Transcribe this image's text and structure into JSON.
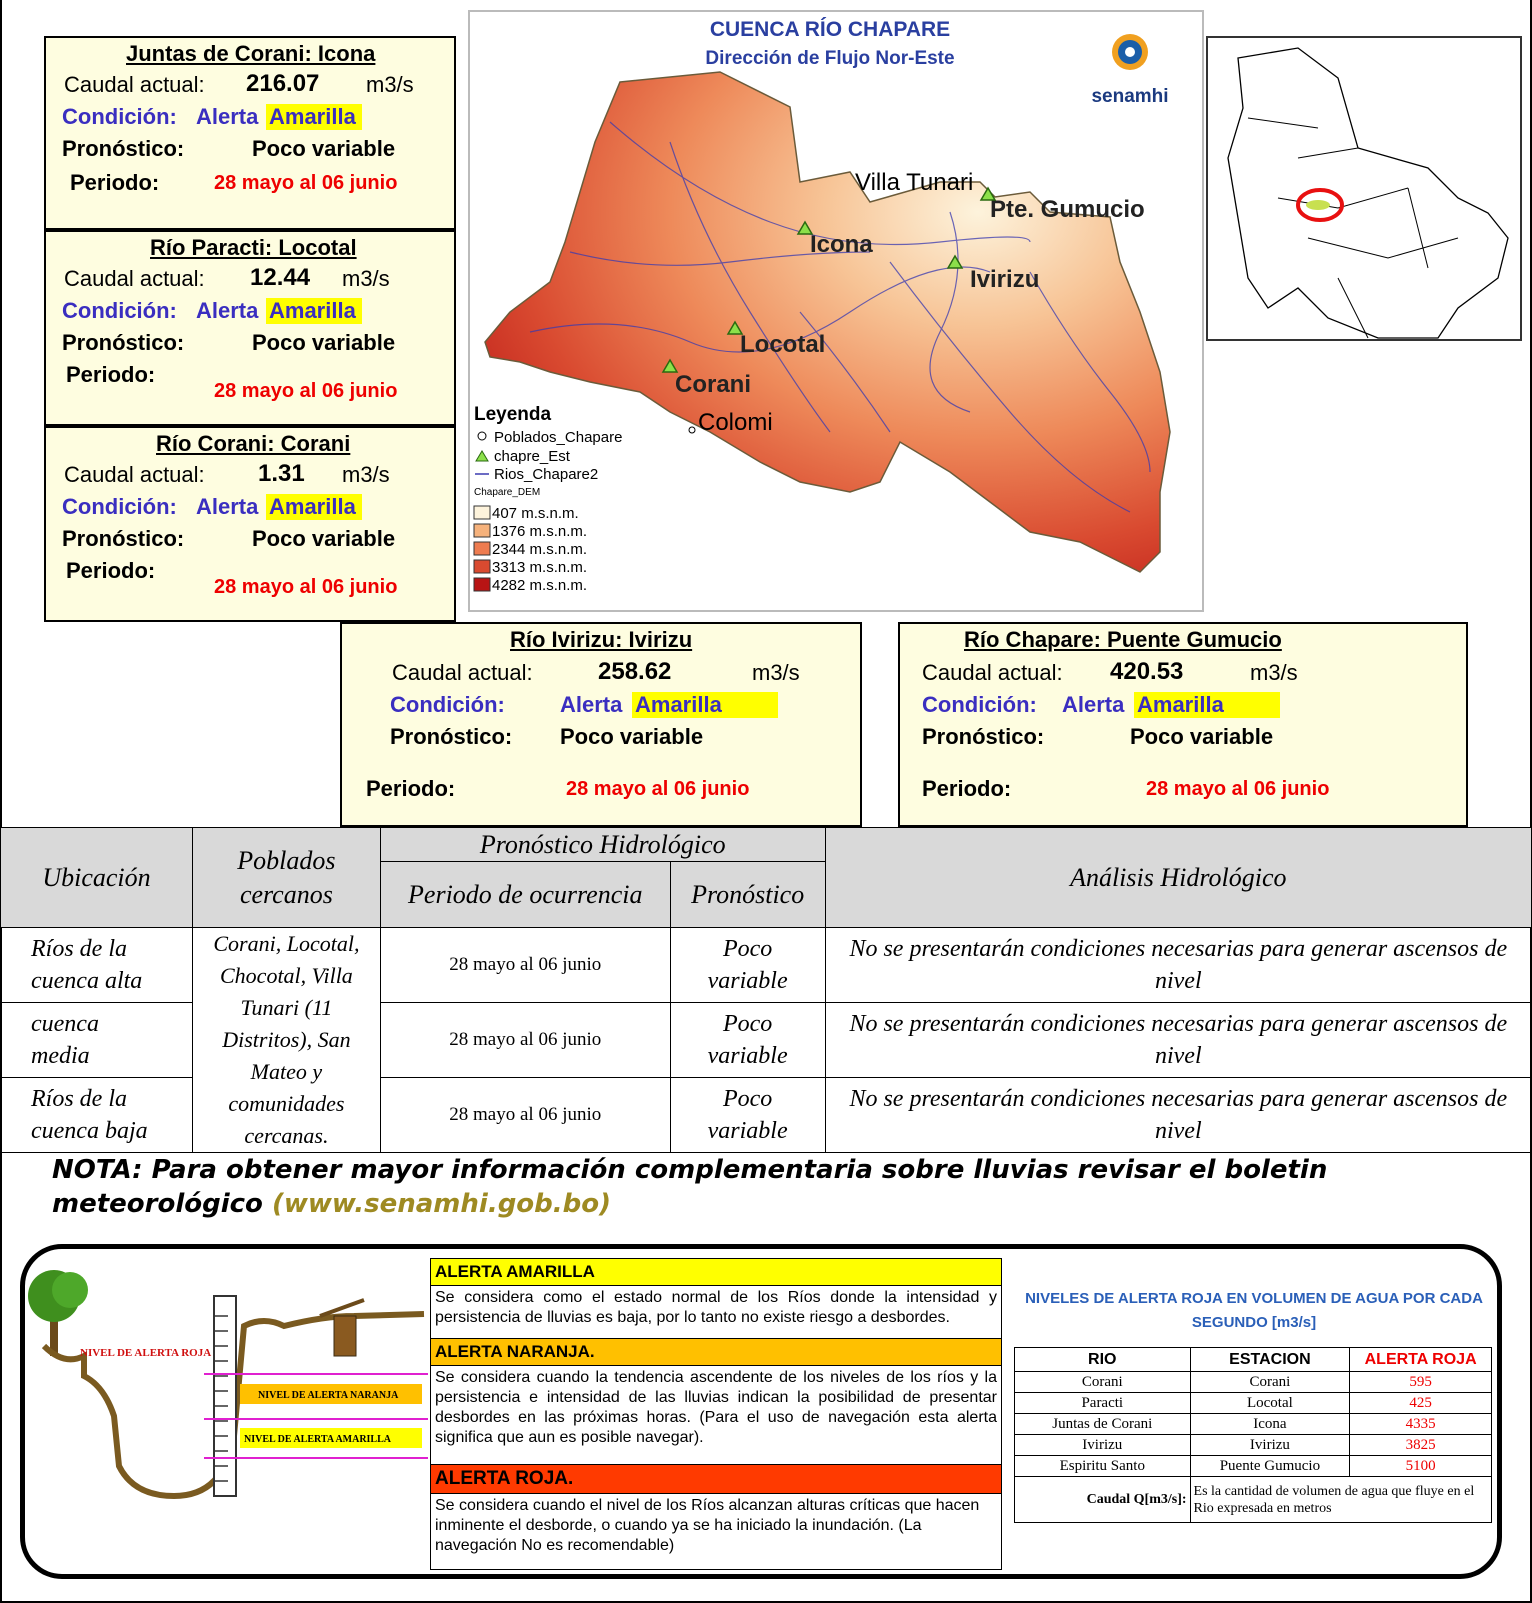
{
  "stations": [
    {
      "title": "Juntas de Corani: Icona",
      "caudal_label": "Caudal actual:",
      "caudal_value": "216.07",
      "unit": "m3/s",
      "cond_label": "Condición:",
      "cond_word": "Alerta",
      "cond_level": "Amarilla",
      "pron_label": "Pronóstico:",
      "pron_value": "Poco variable",
      "periodo_label": "Periodo:",
      "periodo_value": "28 mayo al 06 junio"
    },
    {
      "title": "Río Paracti: Locotal",
      "caudal_label": "Caudal actual:",
      "caudal_value": "12.44",
      "unit": "m3/s",
      "cond_label": "Condición:",
      "cond_word": "Alerta",
      "cond_level": "Amarilla",
      "pron_label": "Pronóstico:",
      "pron_value": "Poco variable",
      "periodo_label": "Periodo:",
      "periodo_value": "28 mayo al 06 junio"
    },
    {
      "title": "Río Corani: Corani",
      "caudal_label": "Caudal actual:",
      "caudal_value": "1.31",
      "unit": "m3/s",
      "cond_label": "Condición:",
      "cond_word": "Alerta",
      "cond_level": "Amarilla",
      "pron_label": "Pronóstico:",
      "pron_value": "Poco variable",
      "periodo_label": "Periodo:",
      "periodo_value": "28 mayo al 06 junio"
    },
    {
      "title": "Río Ivirizu: Ivirizu",
      "caudal_label": "Caudal actual:",
      "caudal_value": "258.62",
      "unit": "m3/s",
      "cond_label": "Condición:",
      "cond_word": "Alerta",
      "cond_level": "Amarilla",
      "pron_label": "Pronóstico:",
      "pron_value": "Poco variable",
      "periodo_label": "Periodo:",
      "periodo_value": "28 mayo al 06 junio"
    },
    {
      "title": "Río Chapare: Puente Gumucio",
      "caudal_label": "Caudal actual:",
      "caudal_value": "420.53",
      "unit": "m3/s",
      "cond_label": "Condición:",
      "cond_word": "Alerta",
      "cond_level": "Amarilla",
      "pron_label": "Pronóstico:",
      "pron_value": "Poco variable",
      "periodo_label": "Periodo:",
      "periodo_value": "28 mayo al 06 junio"
    }
  ],
  "map": {
    "title": "CUENCA RÍO CHAPARE",
    "subtitle": "Dirección de Flujo Nor-Este",
    "logo_text": "senamhi",
    "places": [
      "Villa Tunari",
      "Pte. Gumucio",
      "Icona",
      "Ivirizu",
      "Locotal",
      "Corani",
      "Colomi"
    ],
    "legend_title": "Leyenda",
    "legend_items": [
      "Poblados_Chapare",
      "chapre_Est",
      "Rios_Chapare2"
    ],
    "dem_label": "Chapare_DEM",
    "dem_levels": [
      "407 m.s.n.m.",
      "1376 m.s.n.m.",
      "2344 m.s.n.m.",
      "3313 m.s.n.m.",
      "4282 m.s.n.m."
    ],
    "dem_colors": [
      "#fdf3dc",
      "#f6b27c",
      "#ee7c50",
      "#d94a30",
      "#b81414"
    ]
  },
  "table": {
    "h_ubicacion": "Ubicación",
    "h_poblados": "Poblados cercanos",
    "h_pronostico_group": "Pronóstico Hidrológico",
    "h_periodo": "Periodo de ocurrencia",
    "h_pronostico": "Pronóstico",
    "h_analisis": "Análisis Hidrológico",
    "poblados": "Corani, Locotal, Chocotal, Villa Tunari (11 Distritos), San Mateo y comunidades cercanas.",
    "rows": [
      {
        "ubicacion": "Ríos de la cuenca alta",
        "periodo": "28 mayo al 06 junio",
        "pronostico": "Poco variable",
        "analisis": "No se presentarán condiciones necesarias para generar ascensos de nivel"
      },
      {
        "ubicacion": "cuenca media",
        "periodo": "28 mayo al 06 junio",
        "pronostico": "Poco variable",
        "analisis": "No se presentarán condiciones necesarias para generar ascensos de nivel"
      },
      {
        "ubicacion": "Ríos de la cuenca baja",
        "periodo": "28 mayo al 06 junio",
        "pronostico": "Poco variable",
        "analisis": "No se presentarán condiciones necesarias para generar ascensos de nivel"
      }
    ]
  },
  "nota": {
    "text": "NOTA: Para obtener mayor información complementaria sobre lluvias revisar el boletin meteorológico",
    "url": "(www.senamhi.gob.bo)"
  },
  "diagram": {
    "roja": "NIVEL DE ALERTA ROJA",
    "naranja": "NIVEL DE ALERTA NARANJA",
    "amarilla": "NIVEL DE ALERTA AMARILLA"
  },
  "alerts": [
    {
      "title": "ALERTA AMARILLA",
      "color": "#ffff00",
      "text": "Se considera como el estado normal de los Ríos donde la intensidad y persistencia de lluvias es baja, por lo tanto no existe riesgo a desbordes."
    },
    {
      "title": "ALERTA NARANJA.",
      "color": "#ffc000",
      "text": "Se considera cuando la tendencia ascendente de los niveles de los ríos y la persistencia e intensidad de las lluvias indican la posibilidad de presentar desbordes en las próximas horas. (Para el uso de navegación esta alerta significa que aun es posible navegar)."
    },
    {
      "title": "ALERTA ROJA.",
      "color": "#ff3a00",
      "text": "Se considera cuando el nivel de los Ríos alcanzan alturas críticas que hacen inminente el desborde, o cuando ya se ha iniciado la inundación. (La navegación No es recomendable)"
    }
  ],
  "niveles": {
    "title": "NIVELES DE ALERTA ROJA EN VOLUMEN DE AGUA POR CADA SEGUNDO [m3/s]",
    "h_rio": "RIO",
    "h_estacion": "ESTACION",
    "h_alerta": "ALERTA ROJA",
    "rows": [
      {
        "rio": "Corani",
        "estacion": "Corani",
        "valor": "595"
      },
      {
        "rio": "Paracti",
        "estacion": "Locotal",
        "valor": "425"
      },
      {
        "rio": "Juntas de Corani",
        "estacion": "Icona",
        "valor": "4335"
      },
      {
        "rio": "Ivirizu",
        "estacion": "Ivirizu",
        "valor": "3825"
      },
      {
        "rio": "Espiritu Santo",
        "estacion": "Puente Gumucio",
        "valor": "5100"
      }
    ],
    "caudal_label": "Caudal Q[m3/s]:",
    "caudal_desc": "Es la cantidad de volumen de agua que fluye en el Rio expresada en metros"
  }
}
